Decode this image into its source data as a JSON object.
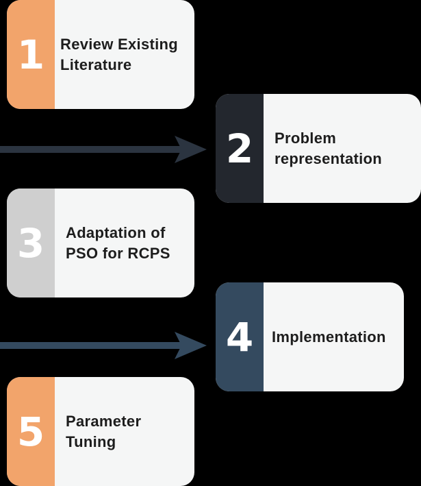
{
  "steps": [
    {
      "number": "1",
      "label": "Review Existing\nLiterature",
      "color": "#f2a46b"
    },
    {
      "number": "2",
      "label": "Problem\nrepresentation",
      "color": "#23272e"
    },
    {
      "number": "3",
      "label": "Adaptation of\nPSO for RCPS",
      "color": "#cfcfcf"
    },
    {
      "number": "4",
      "label": "Implementation",
      "color": "#344a5f"
    },
    {
      "number": "5",
      "label": "Parameter\nTuning",
      "color": "#f2a46b"
    }
  ],
  "arrow_colors": [
    "#2b3440",
    "#344a5f"
  ]
}
